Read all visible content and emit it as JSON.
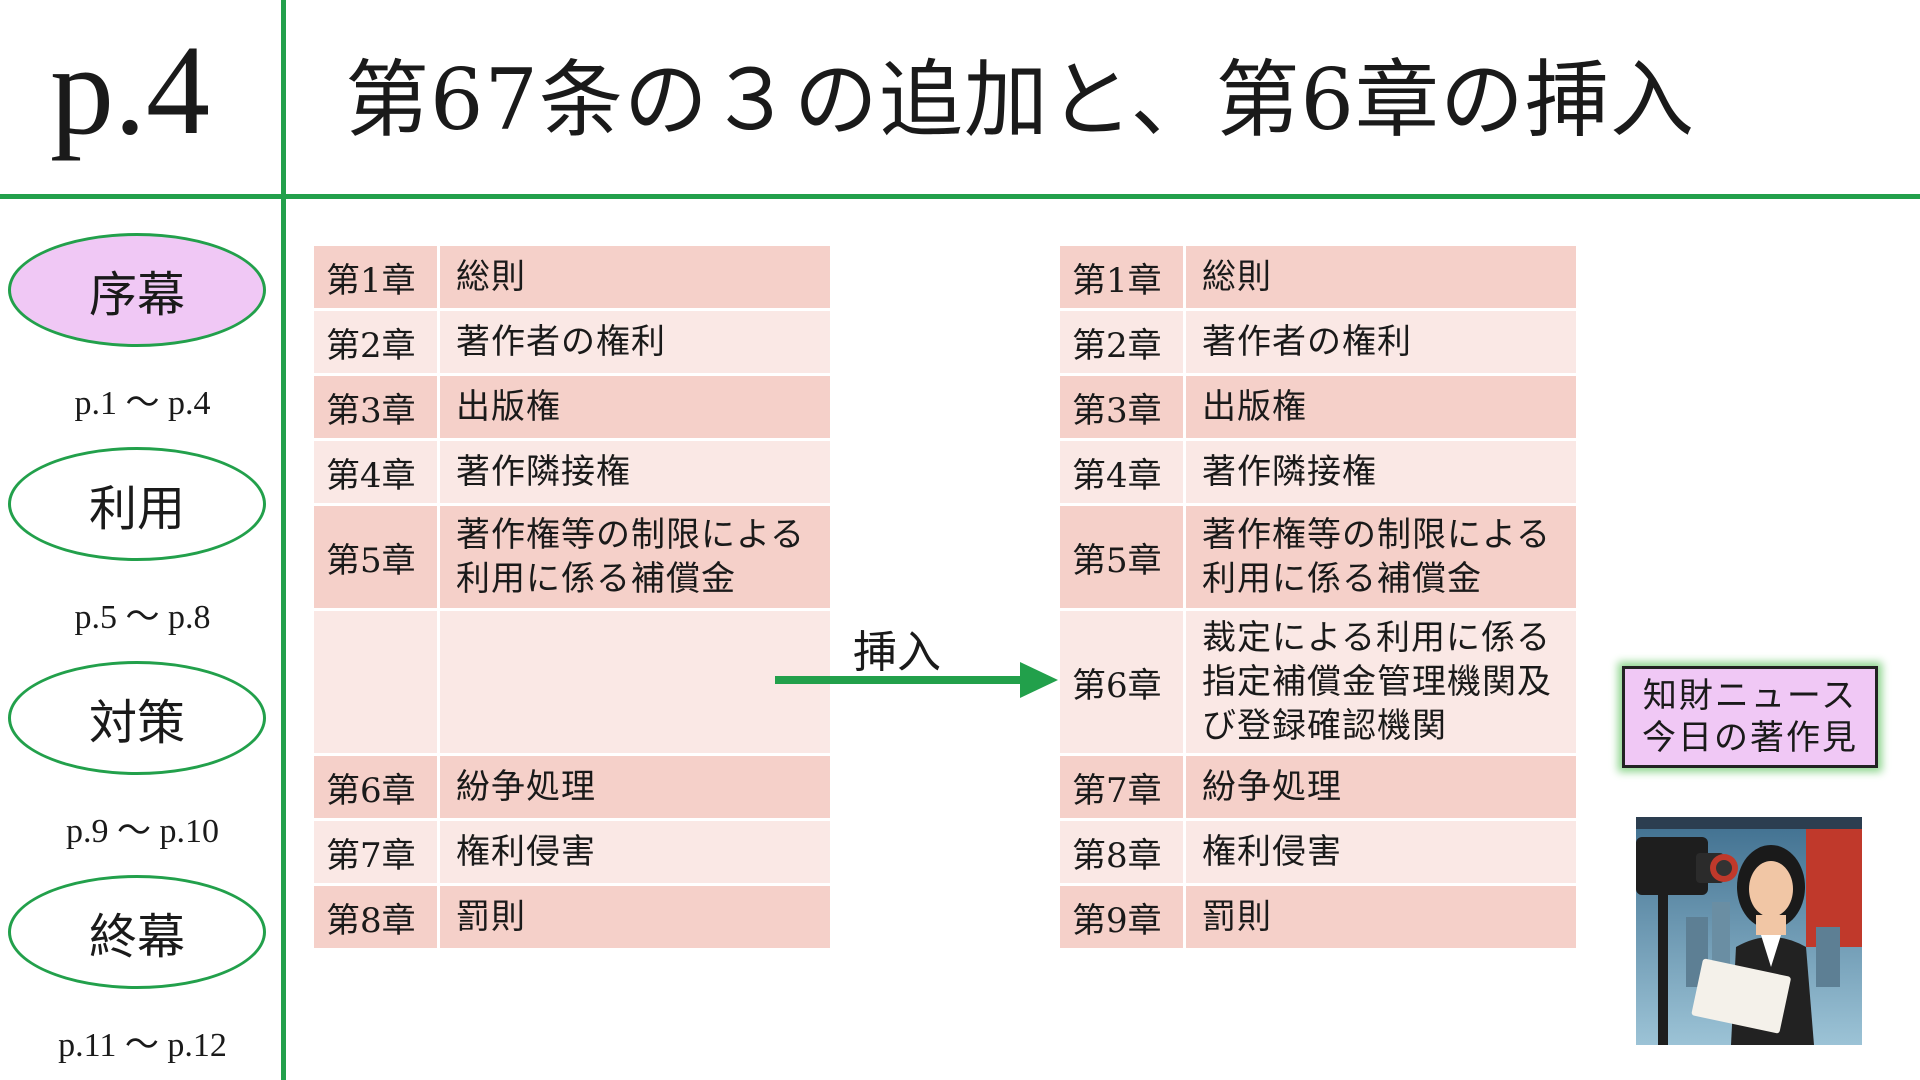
{
  "page": {
    "number": "p.4",
    "title": "第67条の３の追加と、第6章の挿入"
  },
  "nav": [
    {
      "label": "序幕",
      "range": "p.1 ～ p.4",
      "active": true
    },
    {
      "label": "利用",
      "range": "p.5 ～ p.8",
      "active": false
    },
    {
      "label": "対策",
      "range": "p.9 ～ p.10",
      "active": false
    },
    {
      "label": "終幕",
      "range": "p.11 ～ p.12",
      "active": false
    }
  ],
  "before_table": [
    {
      "chapter": "第1章",
      "title": "総則"
    },
    {
      "chapter": "第2章",
      "title": "著作者の権利"
    },
    {
      "chapter": "第3章",
      "title": "出版権"
    },
    {
      "chapter": "第4章",
      "title": "著作隣接権"
    },
    {
      "chapter": "第5章",
      "title": "著作権等の制限による利用に係る補償金"
    },
    {
      "chapter": "",
      "title": ""
    },
    {
      "chapter": "第6章",
      "title": "紛争処理"
    },
    {
      "chapter": "第7章",
      "title": "権利侵害"
    },
    {
      "chapter": "第8章",
      "title": "罰則"
    }
  ],
  "after_table": [
    {
      "chapter": "第1章",
      "title": "総則"
    },
    {
      "chapter": "第2章",
      "title": "著作者の権利"
    },
    {
      "chapter": "第3章",
      "title": "出版権"
    },
    {
      "chapter": "第4章",
      "title": "著作隣接権"
    },
    {
      "chapter": "第5章",
      "title": "著作権等の制限による利用に係る補償金"
    },
    {
      "chapter": "第6章",
      "title": "裁定による利用に係る指定補償金管理機関及び登録確認機関"
    },
    {
      "chapter": "第7章",
      "title": "紛争処理"
    },
    {
      "chapter": "第8章",
      "title": "権利侵害"
    },
    {
      "chapter": "第9章",
      "title": "罰則"
    }
  ],
  "insert_label": "挿入",
  "news": {
    "line1": "知財ニュース",
    "line2": "今日の著作見"
  },
  "colors": {
    "accent_green": "#22a04b",
    "active_nav": "#f0c8f5",
    "row_dark": "#f5d0c9",
    "row_light": "#fae8e5"
  }
}
